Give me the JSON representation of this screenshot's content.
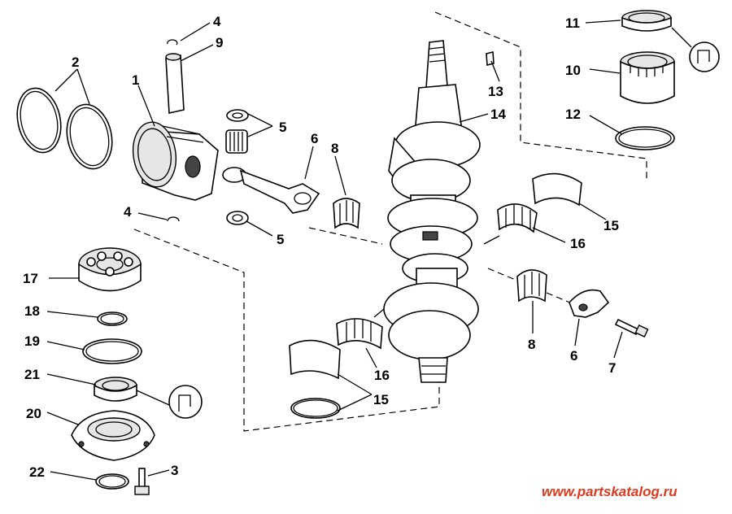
{
  "watermark": "www.partskatalog.ru",
  "callouts": [
    "1",
    "2",
    "3",
    "4",
    "4",
    "5",
    "5",
    "6",
    "6",
    "7",
    "8",
    "8",
    "9",
    "10",
    "11",
    "12",
    "13",
    "14",
    "15",
    "15",
    "16",
    "16",
    "17",
    "18",
    "19",
    "20",
    "21",
    "22"
  ]
}
